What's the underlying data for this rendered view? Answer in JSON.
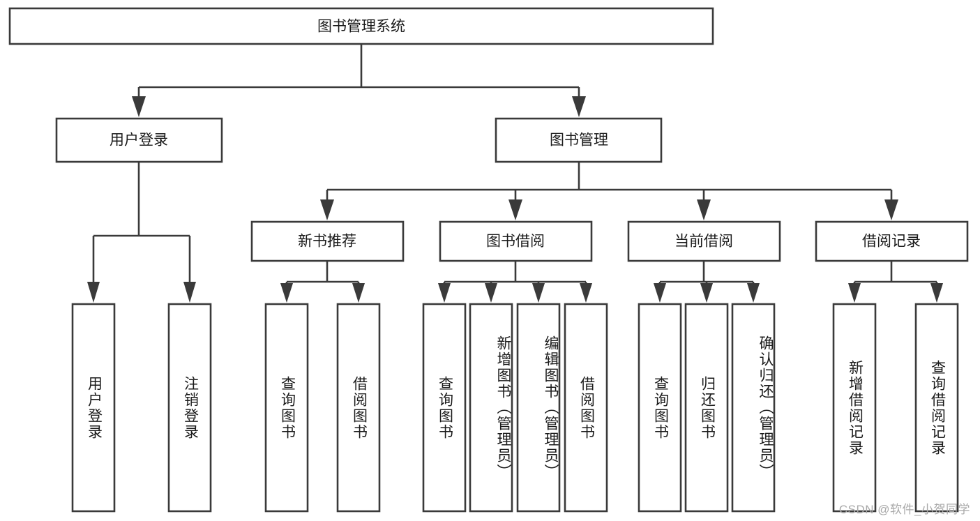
{
  "diagram": {
    "title": "图书管理系统",
    "watermark": "CSDN @软件_小贺同学",
    "type": "tree-hierarchy",
    "colors": {
      "box_stroke": "#3a3a3a",
      "box_fill": "#ffffff",
      "text": "#1a1a1a",
      "background": "#ffffff",
      "watermark": "#a9a9a9"
    },
    "root": {
      "label": "图书管理系统"
    },
    "level1": [
      {
        "label": "用户登录"
      },
      {
        "label": "图书管理"
      }
    ],
    "level2": [
      {
        "label": "新书推荐"
      },
      {
        "label": "图书借阅"
      },
      {
        "label": "当前借阅"
      },
      {
        "label": "借阅记录"
      }
    ],
    "leaves": {
      "user_login": [
        {
          "label": "用户登录"
        },
        {
          "label": "注销登录"
        }
      ],
      "new_book_recommend": [
        {
          "label": "查询图书"
        },
        {
          "label": "借阅图书"
        }
      ],
      "book_borrow": [
        {
          "label": "查询图书"
        },
        {
          "label": "新增图书（管理员）"
        },
        {
          "label": "编辑图书（管理员）"
        },
        {
          "label": "借阅图书"
        }
      ],
      "current_borrow": [
        {
          "label": "查询图书"
        },
        {
          "label": "归还图书"
        },
        {
          "label": "确认归还（管理员）"
        }
      ],
      "borrow_records": [
        {
          "label": "新增借阅记录"
        },
        {
          "label": "查询借阅记录"
        }
      ]
    }
  }
}
